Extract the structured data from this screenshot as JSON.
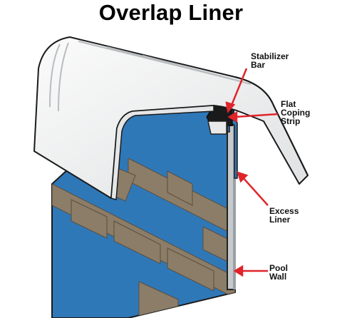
{
  "title": "Overlap Liner",
  "labels": {
    "stabilizer_bar": "Stabilizer\nBar",
    "flat_coping_strip": "Flat\nCoping\nStrip",
    "excess_liner": "Excess\nLiner",
    "pool_wall": "Pool\nWall"
  },
  "colors": {
    "liner_blue": "#2f78b8",
    "dirt_tan": "#8c7d68",
    "coping_white": "#f2f3f3",
    "arrow_red": "#e0242a",
    "outline": "#222222"
  }
}
